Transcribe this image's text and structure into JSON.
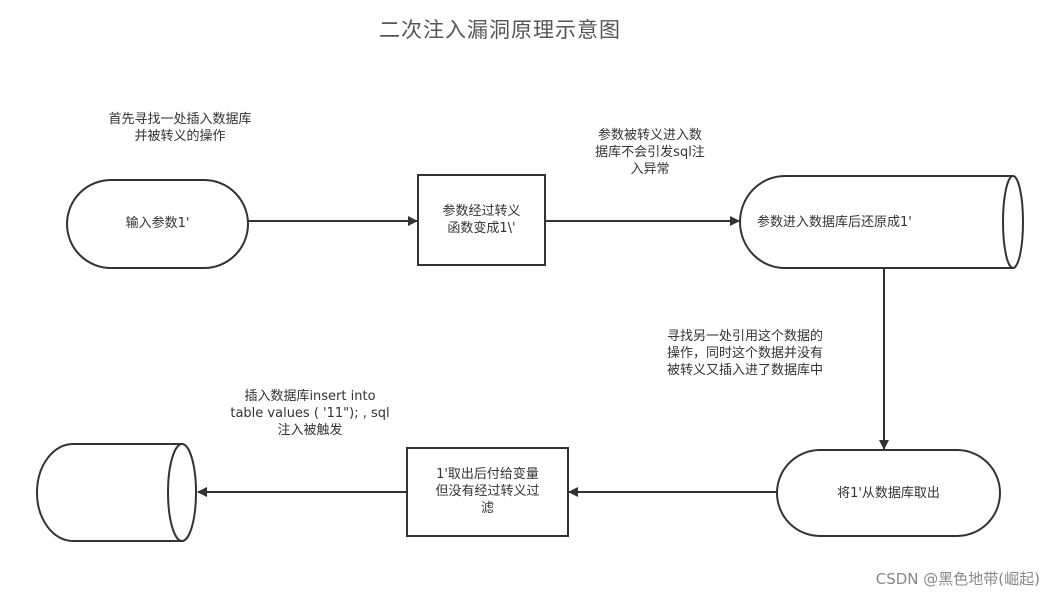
{
  "title": "二次注入漏洞原理示意图",
  "colors": {
    "stroke": "#333333",
    "text": "#333333",
    "title": "#555555",
    "watermark": "#888888",
    "background": "#ffffff"
  },
  "nodes": {
    "input_param": {
      "type": "terminator",
      "label": "输入参数1'"
    },
    "escape_box": {
      "type": "process",
      "label": "参数经过转义\n函数变成1\\'"
    },
    "db_restore": {
      "type": "database",
      "label": "参数进入数据库后还原成1'"
    },
    "fetch_from_db": {
      "type": "terminator",
      "label": "将1'从数据库取出"
    },
    "assign_box": {
      "type": "process",
      "label": "1'取出后付给变量\n但没有经过转义过\n滤"
    },
    "final_db": {
      "type": "database",
      "label": ""
    }
  },
  "annotations": {
    "find_insert": "首先寻找一处插入数据库\n并被转义的操作",
    "no_exception": "参数被转义进入数\n据库不会引发sql注\n入异常",
    "find_reference": "寻找另一处引用这个数据的\n操作，同时这个数据并没有\n被转义又插入进了数据库中",
    "injection_triggered": "插入数据库insert into\ntable values ( '11\"); , sql\n注入被触发"
  },
  "edges": [
    {
      "from": "input_param",
      "to": "escape_box"
    },
    {
      "from": "escape_box",
      "to": "db_restore"
    },
    {
      "from": "db_restore",
      "to": "fetch_from_db"
    },
    {
      "from": "fetch_from_db",
      "to": "assign_box"
    },
    {
      "from": "assign_box",
      "to": "final_db"
    }
  ],
  "watermark": "CSDN @黑色地带(崛起)"
}
